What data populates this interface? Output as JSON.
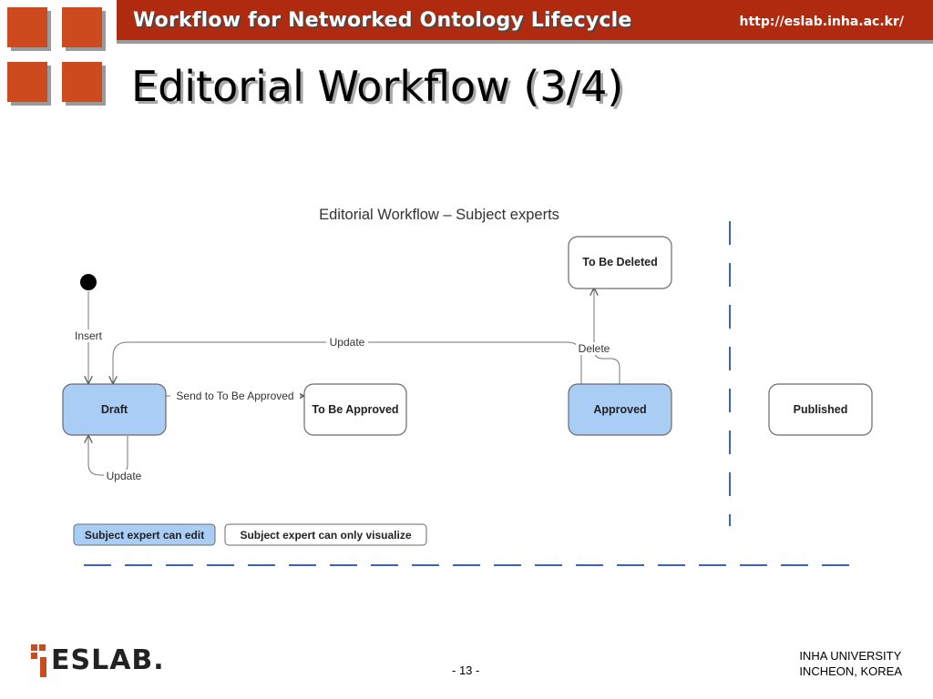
{
  "header": {
    "title": "Workflow for Networked Ontology Lifecycle",
    "url": "http://eslab.inha.ac.kr/"
  },
  "slide": {
    "title": "Editorial Workflow (3/4)"
  },
  "diagram": {
    "title": "Editorial Workflow – Subject experts",
    "states": {
      "draft": "Draft",
      "to_be_approved": "To Be Approved",
      "approved": "Approved",
      "to_be_deleted": "To Be Deleted",
      "published": "Published"
    },
    "transitions": {
      "insert": "Insert",
      "update_top": "Update",
      "send_to_approved": "Send to To Be Approved",
      "delete": "Delete",
      "update_self": "Update"
    },
    "legend": {
      "can_edit": "Subject expert can edit",
      "can_visualize": "Subject expert can only visualize"
    },
    "colors": {
      "editable_fill": "#a9cdf5",
      "readonly_fill": "#ffffff",
      "border": "#6a6a6a",
      "dashed_line": "#3c64b4"
    }
  },
  "footer": {
    "logo": "ESLAB.",
    "page": "- 13 -",
    "university_line1": "INHA UNIVERSITY",
    "university_line2": "INCHEON, KOREA"
  },
  "theme": {
    "accent": "#b02a10",
    "square": "#cc4a1e"
  }
}
